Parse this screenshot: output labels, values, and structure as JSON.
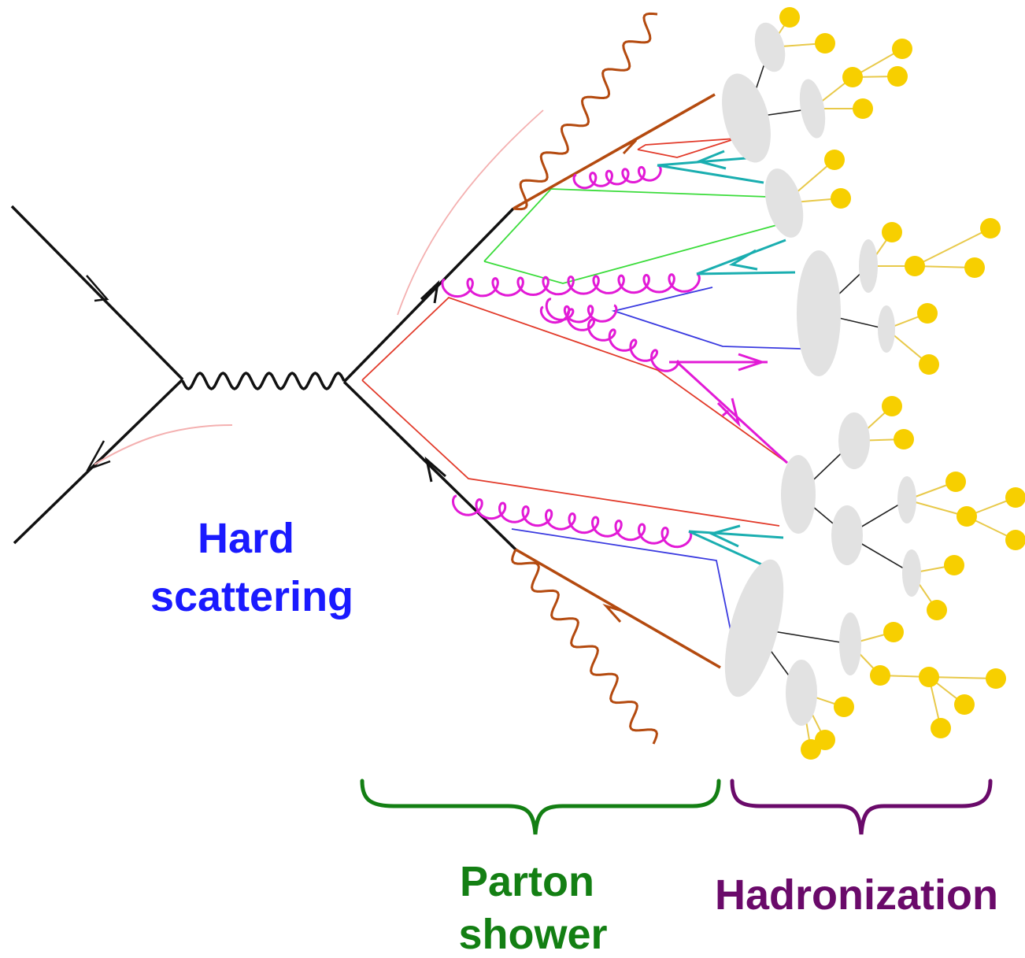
{
  "labels": {
    "hard_scattering": [
      "Hard",
      "scattering"
    ],
    "parton_shower": [
      "Parton",
      "shower"
    ],
    "hadronization": "Hadronization"
  },
  "colors": {
    "hard_scattering": "#1a1aff",
    "parton_shower": "#137f13",
    "hadronization": "#6a0a6a",
    "quark_line": "#000000",
    "photon": "#b44a0f",
    "gluon": "#e21ad6",
    "antiquark": "#1aaeb0",
    "color_line_red": "#e23a2a",
    "color_line_green": "#3bdc3b",
    "color_line_blue": "#3a3ae0",
    "cluster": "#e2e2e2",
    "hadron": "#f7cf00",
    "hadron_line": "#efd35a"
  }
}
